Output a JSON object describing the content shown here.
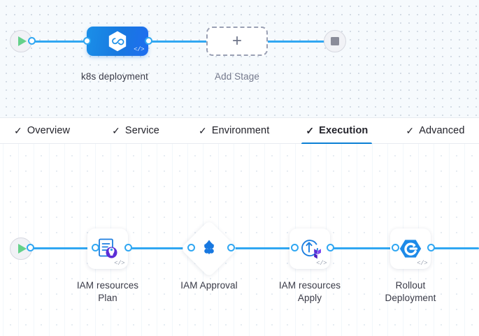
{
  "stage_canvas": {
    "start_node": {
      "name": "start-node",
      "icon": "play-icon"
    },
    "end_node": {
      "name": "end-node",
      "icon": "stop-icon"
    },
    "stages": [
      {
        "label": "k8s deployment",
        "icon": "harness-infinity-icon",
        "badge": "</>",
        "state": "selected"
      }
    ],
    "add_stage": {
      "label": "Add Stage",
      "icon": "plus-icon"
    }
  },
  "tabs": [
    {
      "label": "Overview",
      "icon": "check-icon",
      "active": false
    },
    {
      "label": "Service",
      "icon": "check-icon",
      "active": false
    },
    {
      "label": "Environment",
      "icon": "check-icon",
      "active": false
    },
    {
      "label": "Execution",
      "icon": "check-icon",
      "active": true
    },
    {
      "label": "Advanced",
      "icon": "check-icon",
      "active": false
    }
  ],
  "execution_canvas": {
    "start_node": {
      "name": "start-node",
      "icon": "play-icon"
    },
    "steps": [
      {
        "label_line1": "IAM resources",
        "label_line2": "Plan",
        "icon": "terraform-plan-icon",
        "badge": "</>",
        "shape": "rounded"
      },
      {
        "label_line1": "IAM Approval",
        "label_line2": "",
        "icon": "approval-diamond-icon",
        "badge": "",
        "shape": "diamond"
      },
      {
        "label_line1": "IAM resources",
        "label_line2": "Apply",
        "icon": "terraform-apply-icon",
        "badge": "</>",
        "shape": "rounded"
      },
      {
        "label_line1": "Rollout",
        "label_line2": "Deployment",
        "icon": "rollout-deployment-icon",
        "badge": "</>",
        "shape": "rounded"
      }
    ]
  },
  "colors": {
    "wire": "#30a7f2",
    "accent": "#0b7fd4",
    "stage_blue": "#1878e0",
    "label": "#383946",
    "muted_label": "#73788b",
    "play_green": "#64d18a",
    "stop_gray": "#8a8c99",
    "terraform_purple": "#5c2ed6",
    "icon_blue": "#1d8ae8"
  }
}
